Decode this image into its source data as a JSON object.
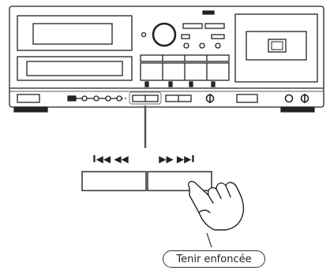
{
  "diagram": {
    "button_labels": {
      "rewind": "I◀◀ ◀◀",
      "forward": "▶▶ ▶▶I"
    },
    "caption": "Tenir enfoncée"
  }
}
